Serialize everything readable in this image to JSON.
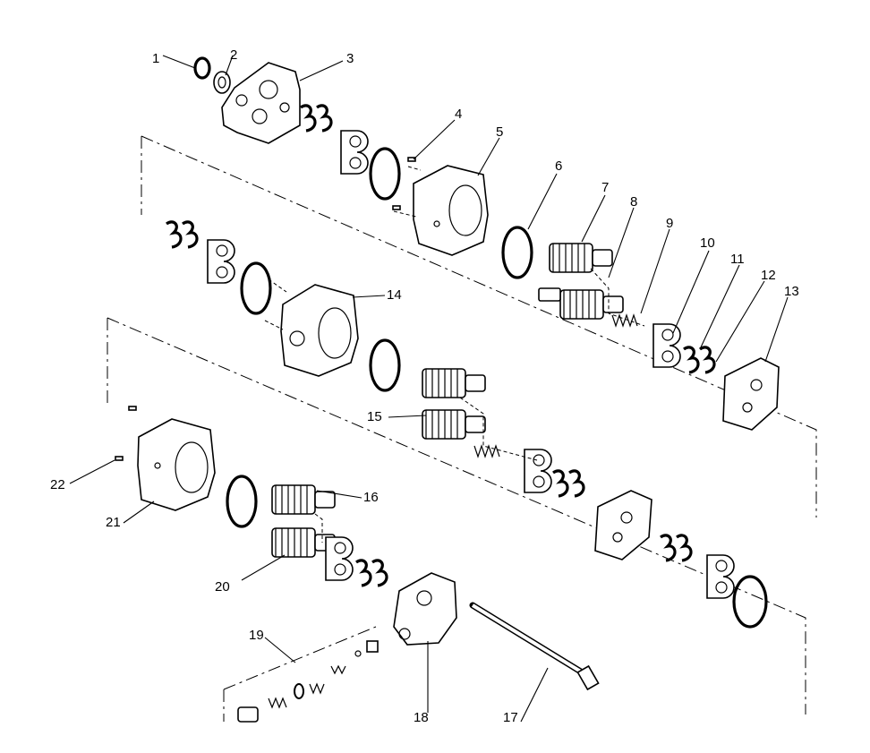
{
  "diagram": {
    "type": "exploded-parts-view",
    "callouts": [
      {
        "id": "c1",
        "label": "1"
      },
      {
        "id": "c2",
        "label": "2"
      },
      {
        "id": "c3",
        "label": "3"
      },
      {
        "id": "c4",
        "label": "4"
      },
      {
        "id": "c5",
        "label": "5"
      },
      {
        "id": "c6",
        "label": "6"
      },
      {
        "id": "c7",
        "label": "7"
      },
      {
        "id": "c8",
        "label": "8"
      },
      {
        "id": "c9",
        "label": "9"
      },
      {
        "id": "c10",
        "label": "10"
      },
      {
        "id": "c11",
        "label": "11"
      },
      {
        "id": "c12",
        "label": "12"
      },
      {
        "id": "c13",
        "label": "13"
      },
      {
        "id": "c14",
        "label": "14"
      },
      {
        "id": "c15",
        "label": "15"
      },
      {
        "id": "c16",
        "label": "16"
      },
      {
        "id": "c17",
        "label": "17"
      },
      {
        "id": "c18",
        "label": "18"
      },
      {
        "id": "c19",
        "label": "19"
      },
      {
        "id": "c20",
        "label": "20"
      },
      {
        "id": "c21",
        "label": "21"
      },
      {
        "id": "c22",
        "label": "22"
      }
    ]
  }
}
